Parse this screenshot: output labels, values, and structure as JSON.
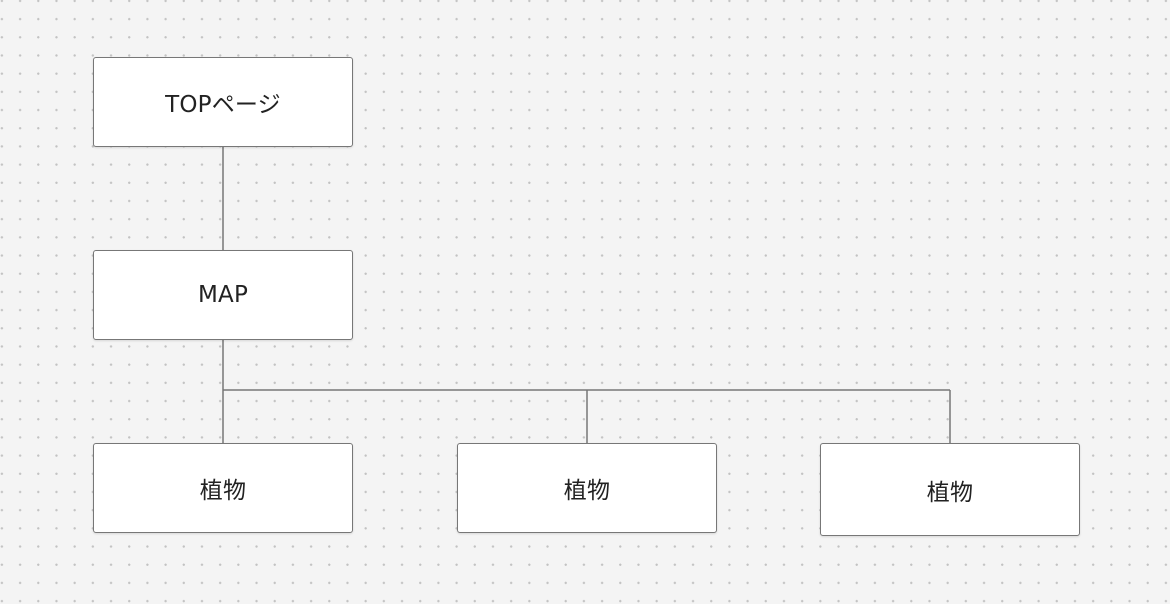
{
  "diagram": {
    "nodes": [
      {
        "id": "top",
        "label": "TOPページ"
      },
      {
        "id": "map",
        "label": "MAP"
      },
      {
        "id": "plant1",
        "label": "植物"
      },
      {
        "id": "plant2",
        "label": "植物"
      },
      {
        "id": "plant3",
        "label": "植物"
      }
    ],
    "edges": [
      {
        "from": "top",
        "to": "map"
      },
      {
        "from": "map",
        "to": "plant1"
      },
      {
        "from": "map",
        "to": "plant2"
      },
      {
        "from": "map",
        "to": "plant3"
      }
    ],
    "colors": {
      "background": "#f4f4f4",
      "grid_dot": "#c2c2c2",
      "node_fill": "#ffffff",
      "node_border": "#777777",
      "connector": "#777777",
      "text": "#222222"
    }
  }
}
